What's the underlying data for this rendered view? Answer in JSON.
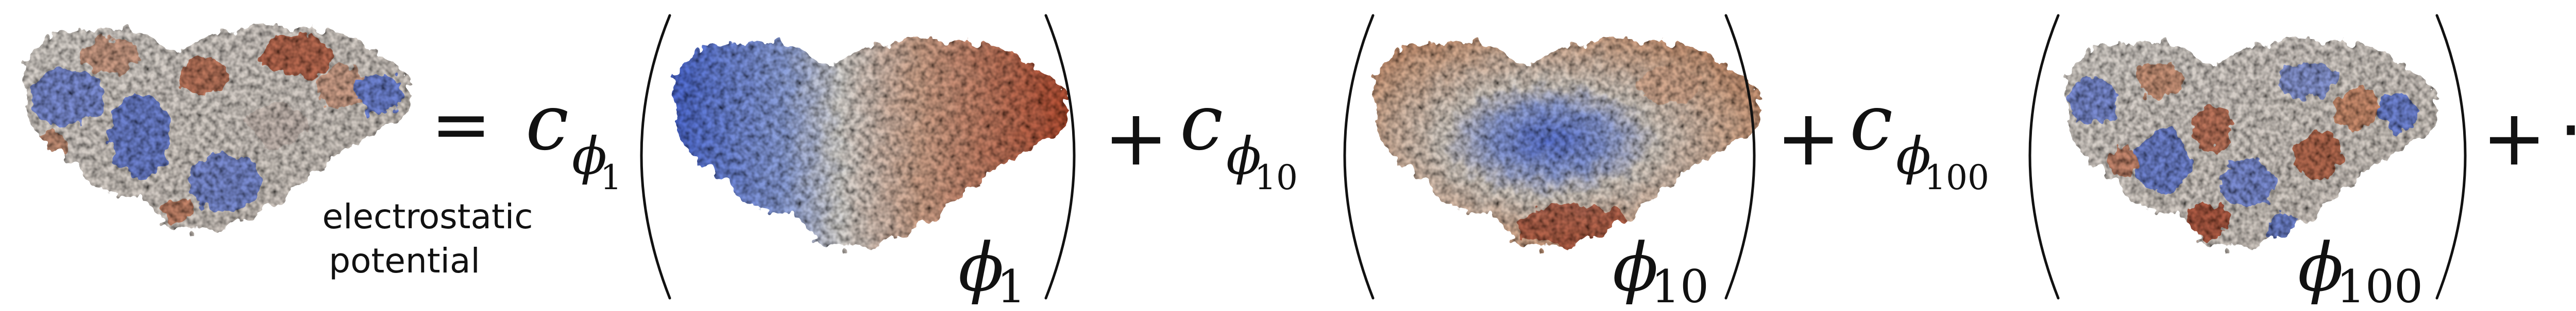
{
  "equation": {
    "lhs_caption_line1": "electrostatic",
    "lhs_caption_line2": "potential",
    "equals": "=",
    "plus": "+",
    "ellipsis": "⋯",
    "coefficient_letter": "c",
    "phi_letter": "ϕ",
    "terms": [
      {
        "subscript": "1"
      },
      {
        "subscript": "10"
      },
      {
        "subscript": "100"
      }
    ]
  },
  "colors": {
    "negative": "#5b74d6",
    "neutral": "#d8d4d0",
    "positive": "#b85a3e",
    "ink": "#111111"
  },
  "icons": [
    "protein-surface-electrostatic",
    "protein-surface-mode-1",
    "protein-surface-mode-10",
    "protein-surface-mode-100"
  ]
}
